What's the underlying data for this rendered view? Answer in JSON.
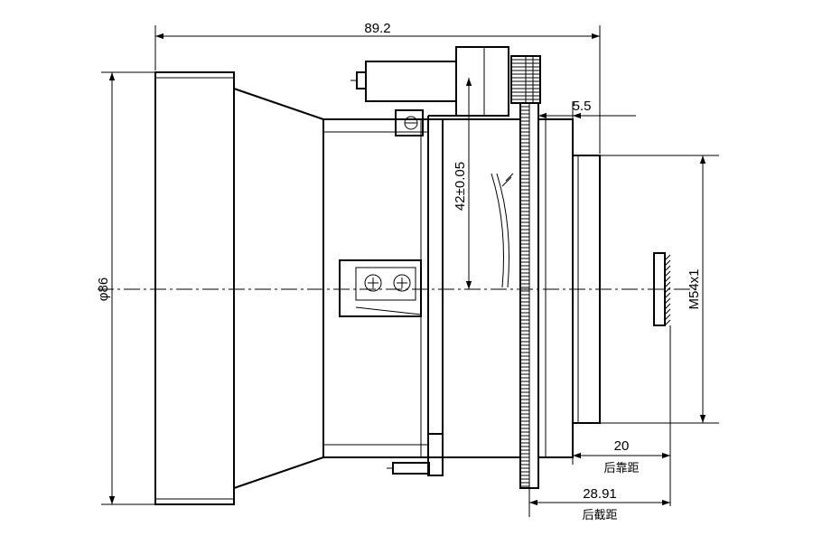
{
  "dimensions": {
    "overall_length": "89.2",
    "outer_diameter": "φ86",
    "flange_offset": "5.5",
    "height_tolerance": "42±0.05",
    "thread": "M54x1",
    "back_focal": "20",
    "back_focal_label": "后靠距",
    "back_intercept": "28.91",
    "back_intercept_label": "后截距"
  }
}
